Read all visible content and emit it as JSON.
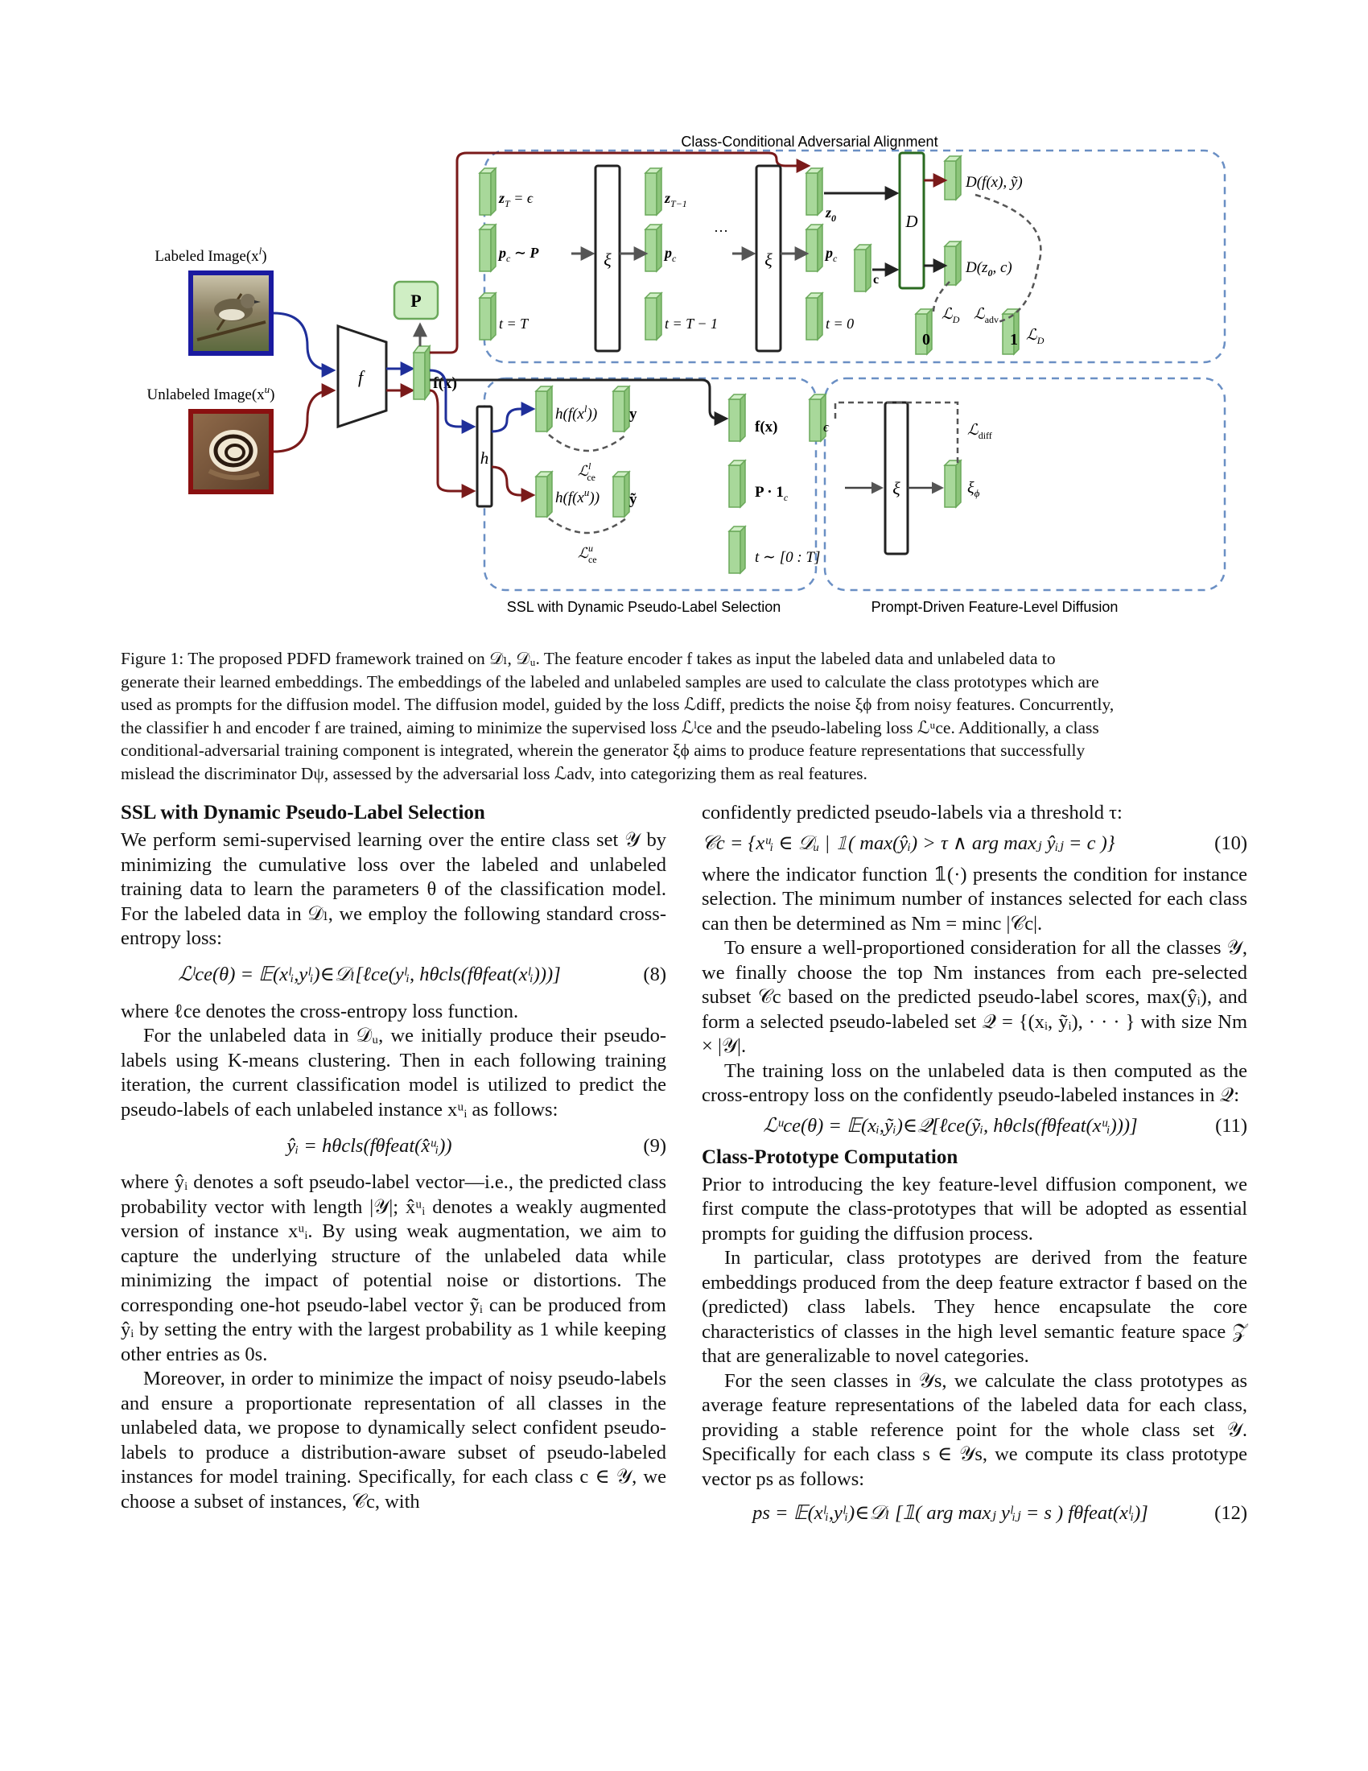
{
  "figure": {
    "titles": {
      "adversarial": "Class-Conditional Adversarial Alignment",
      "ssl": "SSL with Dynamic Pseudo-Label Selection",
      "diffusion": "Prompt-Driven Feature-Level Diffusion"
    },
    "inputs": {
      "labeled": "Labeled Image(x",
      "labeled_sup": "l",
      "unlabeled": "Unlabeled Image(x",
      "unlabeled_sup": "u"
    },
    "nodes": {
      "encoder": "f",
      "prototype": "P",
      "feature": "f(x)",
      "classifier": "h",
      "denoiser": "ξ",
      "discriminator": "D",
      "zT": "z",
      "zT_sub": "T",
      "zT_rhs": " = ϵ",
      "zT1": "z",
      "zT1_sub": "T−1",
      "z0": "z",
      "z0_sub": "0",
      "pc_sample": "p",
      "pc_sample_rhs": " ∼ P",
      "pc": "p",
      "pc_sub": "c",
      "tT": "t = T",
      "tT1": "t = T − 1",
      "t0": "t = 0",
      "ellipsis": "…",
      "c": "c",
      "zero": "0",
      "one": "1",
      "D_fx": "D(f(x), ỹ)",
      "D_z0": "D(z",
      "D_z0_sub": "0",
      "D_z0_rhs": ", c)",
      "L_D": "ℒ",
      "L_D_sub": "D",
      "L_adv": "ℒ",
      "L_adv_sub": "adv",
      "h_fxl": "h(f(x",
      "h_fxl_sup": "l",
      "h_fxl_rhs": "))",
      "y": "y",
      "L_ce_l": "ℒ",
      "L_ce_l_sub": "ce",
      "L_ce_l_sup": "l",
      "h_fxu": "h(f(x",
      "h_fxu_sup": "u",
      "h_fxu_rhs": "))",
      "y_tilde": "ỹ",
      "L_ce_u": "ℒ",
      "L_ce_u_sub": "ce",
      "L_ce_u_sup": "u",
      "diff_fx": "f(x)",
      "eps": "ϵ",
      "P1c": "P · 1",
      "P1c_sub": "c",
      "t_range": "t ∼ [0 : T]",
      "L_diff": "ℒ",
      "L_diff_sub": "diff",
      "xi_phi": "ξ",
      "xi_phi_sub": "ϕ"
    },
    "colors": {
      "blue_arrow": "#1f2f9a",
      "red_arrow": "#7a1a1a",
      "dashed_box": "#6a8fc4",
      "block_green": "#a8d89a",
      "block_green_light": "#cfeec4",
      "block_border": "#6aa85a",
      "labeled_border": "#1a1aa0",
      "unlabeled_border": "#8a1010"
    }
  },
  "caption": {
    "lines": [
      "Figure 1: The proposed PDFD framework trained on 𝒟ₗ, 𝒟ᵤ. The feature encoder f takes as input the labeled data and unlabeled data to",
      "generate their learned embeddings. The embeddings of the labeled and unlabeled samples are used to calculate the class prototypes which are",
      "used as prompts for the diffusion model. The diffusion model, guided by the loss ℒdiff, predicts the noise ξϕ from noisy features. Concurrently,",
      "the classifier h and encoder f are trained, aiming to minimize the supervised loss ℒˡce and the pseudo-labeling loss ℒᵘce. Additionally, a class",
      "conditional-adversarial training component is integrated, wherein the generator ξϕ aims to produce feature representations that successfully",
      "mislead the discriminator Dψ, assessed by the adversarial loss ℒadv, into categorizing them as real features."
    ]
  },
  "left": {
    "heading": "SSL with Dynamic Pseudo-Label Selection",
    "p1": "We perform semi-supervised learning over the entire class set 𝒴 by minimizing the cumulative loss over the labeled and unlabeled training data to learn the parameters θ of the classification model. For the labeled data in 𝒟ₗ, we employ the following standard cross-entropy loss:",
    "eq8": "ℒˡce(θ) = 𝔼(xˡᵢ,yˡᵢ)∈𝒟ₗ[ℓce(yˡᵢ, hθcls(fθfeat(xˡᵢ)))]",
    "eq8_num": "(8)",
    "p2": "where ℓce denotes the cross-entropy loss function.",
    "p3": "For the unlabeled data in 𝒟ᵤ, we initially produce their pseudo-labels using K-means clustering. Then in each following training iteration, the current classification model is utilized to predict the pseudo-labels of each unlabeled instance xᵘᵢ as follows:",
    "eq9": "ŷᵢ = hθcls(fθfeat(x̂ᵘᵢ))",
    "eq9_num": "(9)",
    "p4": "where ŷᵢ denotes a soft pseudo-label vector—i.e., the predicted class probability vector with length |𝒴|; x̂ᵘᵢ denotes a weakly augmented version of instance xᵘᵢ. By using weak augmentation, we aim to capture the underlying structure of the unlabeled data while minimizing the impact of potential noise or distortions. The corresponding one-hot pseudo-label vector ỹᵢ can be produced from ŷᵢ by setting the entry with the largest probability as 1 while keeping other entries as 0s.",
    "p5": "Moreover, in order to minimize the impact of noisy pseudo-labels and ensure a proportionate representation of all classes in the unlabeled data, we propose to dynamically select confident pseudo-labels to produce a distribution-aware subset of pseudo-labeled instances for model training. Specifically, for each class c ∈ 𝒴, we choose a subset of instances, 𝒞c, with"
  },
  "right": {
    "p1": "confidently predicted pseudo-labels via a threshold τ:",
    "eq10": "𝒞c = {xᵘᵢ ∈ 𝒟ᵤ | 𝟙( max(ŷᵢ) > τ ∧ arg maxⱼ ŷᵢⱼ = c )}",
    "eq10_num": "(10)",
    "p2": "where the indicator function 𝟙(·) presents the condition for instance selection. The minimum number of instances selected for each class can then be determined as Nm = minc |𝒞c|.",
    "p3": "To ensure a well-proportioned consideration for all the classes 𝒴, we finally choose the top Nm instances from each pre-selected subset 𝒞c based on the predicted pseudo-label scores, max(ŷᵢ), and form a selected pseudo-labeled set 𝒬 = {(xᵢ, ỹᵢ), · · · } with size Nm × |𝒴|.",
    "p4": "The training loss on the unlabeled data is then computed as the cross-entropy loss on the confidently pseudo-labeled instances in 𝒬:",
    "eq11": "ℒᵘce(θ) = 𝔼(xᵢ,ỹᵢ)∈𝒬[ℓce(ỹᵢ, hθcls(fθfeat(xᵘᵢ)))]",
    "eq11_num": "(11)",
    "heading2": "Class-Prototype Computation",
    "p5": "Prior to introducing the key feature-level diffusion component, we first compute the class-prototypes that will be adopted as essential prompts for guiding the diffusion process.",
    "p6": "In particular, class prototypes are derived from the feature embeddings produced from the deep feature extractor f based on the (predicted) class labels. They hence encapsulate the core characteristics of classes in the high level semantic feature space 𝒵 that are generalizable to novel categories.",
    "p7": "For the seen classes in 𝒴s, we calculate the class prototypes as average feature representations of the labeled data for each class, providing a stable reference point for the whole class set 𝒴. Specifically for each class s ∈ 𝒴s, we compute its class prototype vector ps as follows:",
    "eq12": "ps = 𝔼(xˡᵢ,yˡᵢ)∈𝒟ₗ [𝟙( arg maxⱼ yˡᵢⱼ = s ) fθfeat(xˡᵢ)]",
    "eq12_num": "(12)"
  }
}
